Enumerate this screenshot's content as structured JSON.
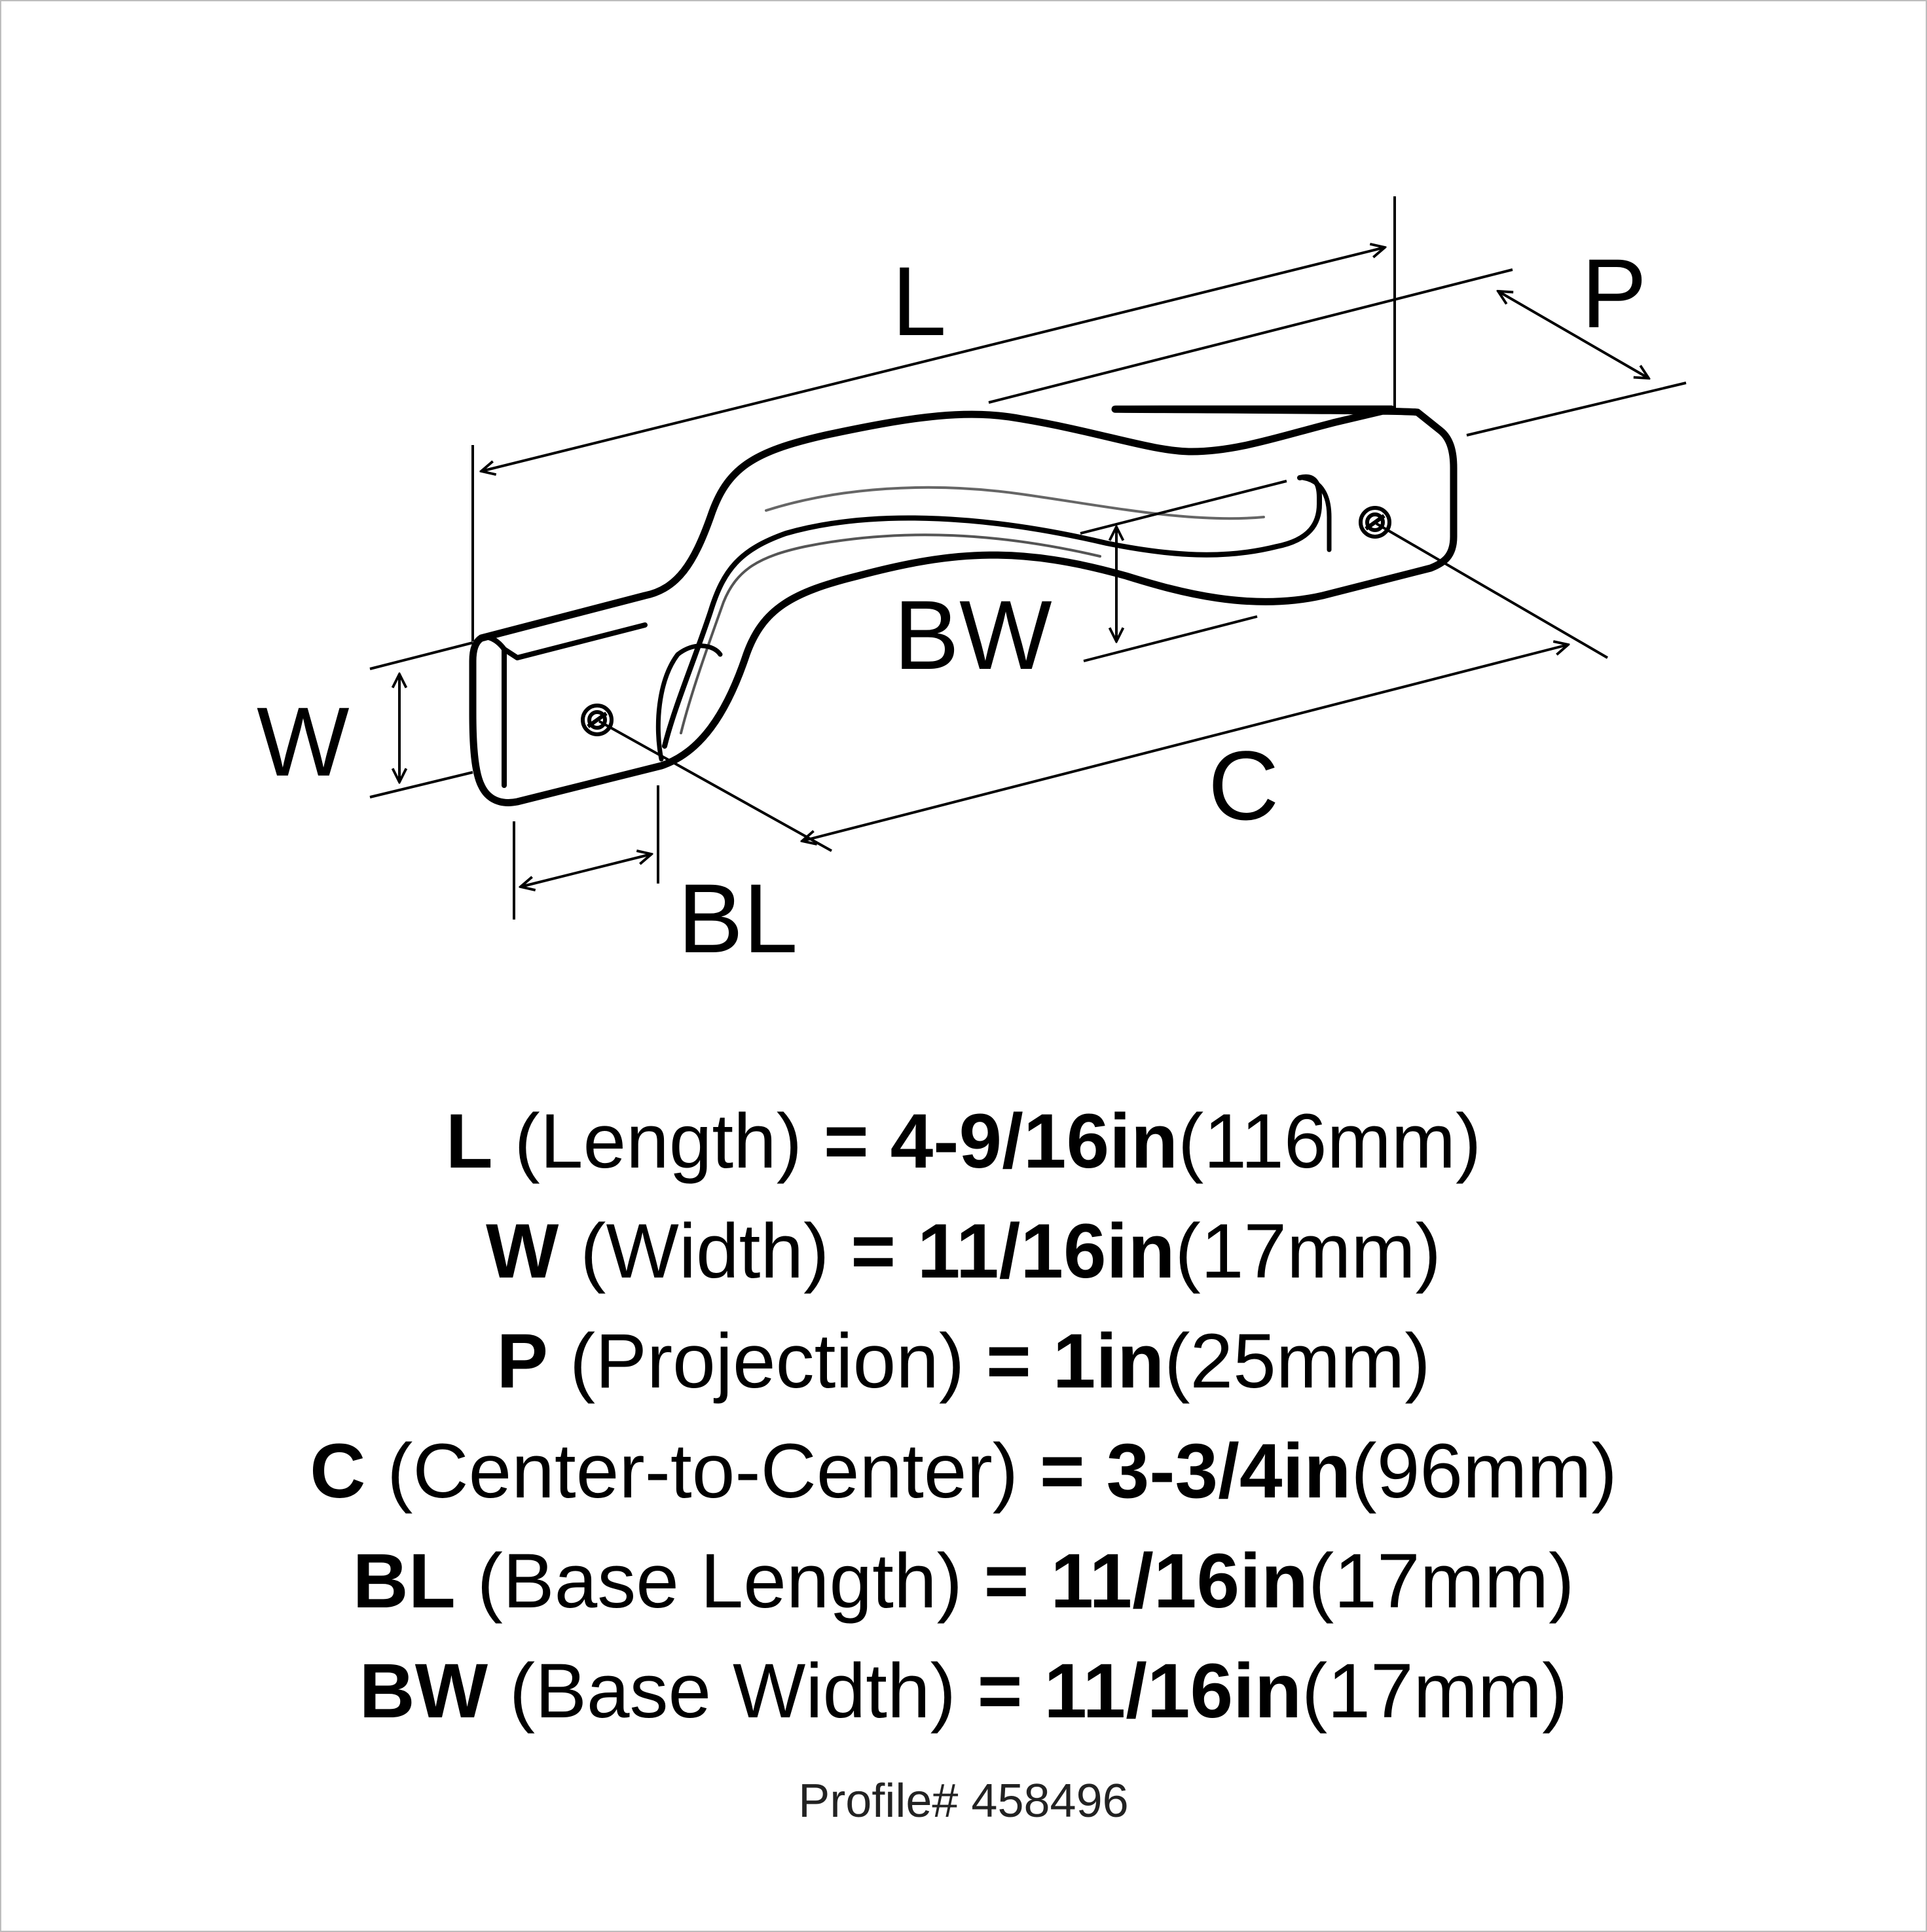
{
  "diagram": {
    "labels": {
      "L": "L",
      "P": "P",
      "W": "W",
      "BW": "BW",
      "C": "C",
      "BL": "BL"
    }
  },
  "specs": [
    {
      "abbr": "L",
      "name": "(Length)",
      "eq": "=",
      "imperial": "4-9/16in",
      "metric": "(116mm)"
    },
    {
      "abbr": "W",
      "name": "(Width)",
      "eq": "=",
      "imperial": "11/16in",
      "metric": "(17mm)"
    },
    {
      "abbr": "P",
      "name": "(Projection)",
      "eq": "=",
      "imperial": "1in",
      "metric": "(25mm)"
    },
    {
      "abbr": "C",
      "name": "(Center-to-Center)",
      "eq": "=",
      "imperial": "3-3/4in",
      "metric": "(96mm)"
    },
    {
      "abbr": "BL",
      "name": "(Base Length)",
      "eq": "=",
      "imperial": "11/16in",
      "metric": "(17mm)"
    },
    {
      "abbr": "BW",
      "name": "(Base Width)",
      "eq": "=",
      "imperial": "11/16in",
      "metric": "(17mm)"
    }
  ],
  "profile": "Profile# 458496"
}
